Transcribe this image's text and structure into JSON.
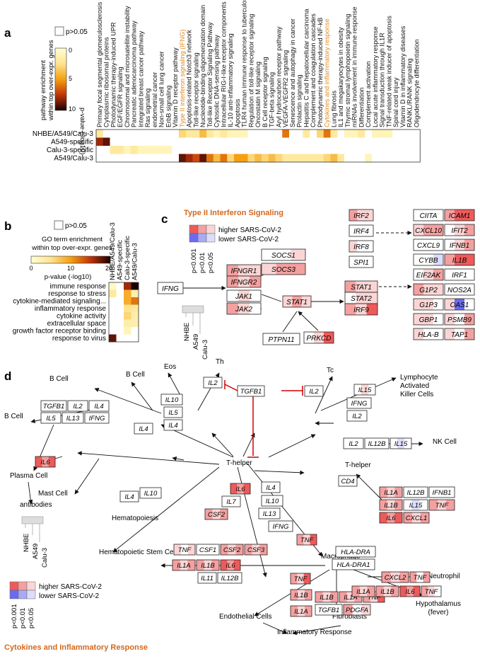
{
  "panel_a": {
    "letter": "a",
    "legend_na": "p>0.05",
    "legend_title": [
      "pathway enrichment",
      "within top over-expr. genes"
    ],
    "legend_ylabel": "p-value (-log10)",
    "legend_ticks": [
      "0",
      "5",
      "10"
    ],
    "rows": [
      "NHBE/A549/Calu-3",
      "A549-specific",
      "Calu-3-specific",
      "A549/Calu-3"
    ],
    "pathways": [
      {
        "name": "Primary focal segmental glomerulosclerosis",
        "highlight": false
      },
      {
        "name": "Cytoplasmic ribosomal proteins",
        "highlight": false
      },
      {
        "name": "Photodynamic therapy-induced UPR",
        "highlight": false
      },
      {
        "name": "EGF/EGFR signaling",
        "highlight": false
      },
      {
        "name": "Chromosomal and microsatellite instability",
        "highlight": false
      },
      {
        "name": "Pancreatic adenocarcinoma pathway",
        "highlight": false
      },
      {
        "name": "Integrated breast cancer pathway",
        "highlight": false
      },
      {
        "name": "Ras signaling",
        "highlight": false
      },
      {
        "name": "endometrial cancer",
        "highlight": false
      },
      {
        "name": "Non-small cell lung cancer",
        "highlight": false
      },
      {
        "name": "ErbB signaling",
        "highlight": false
      },
      {
        "name": "Vitamin D receptor pathway",
        "highlight": false
      },
      {
        "name": "Type II interferon signaling (IFNG)",
        "highlight": true
      },
      {
        "name": "Apoptosis-related Notch3 network",
        "highlight": false
      },
      {
        "name": "Toll-like receptor signaling",
        "highlight": false
      },
      {
        "name": "Nucleotide-binding oligomerization domain",
        "highlight": false
      },
      {
        "name": "Toll-like Receptor Signaling Pathway",
        "highlight": false
      },
      {
        "name": "Cytosolic DNA-sensing pathway",
        "highlight": false
      },
      {
        "name": "Intracellular RIG-I-like receptor components",
        "highlight": false
      },
      {
        "name": "IL-10 anti-inflammatory signaling",
        "highlight": false
      },
      {
        "name": "Apoptosis",
        "highlight": false
      },
      {
        "name": "TLR4 human immune response to tuberculosis",
        "highlight": false
      },
      {
        "name": "Regulation of toll-like receptor signaling",
        "highlight": false
      },
      {
        "name": "Oncostatin M signaling",
        "highlight": false
      },
      {
        "name": "B Cell receptor signaling",
        "highlight": false
      },
      {
        "name": "TGF-beta signaling",
        "highlight": false
      },
      {
        "name": "Aryl hydrocarbon receptor pathway",
        "highlight": false
      },
      {
        "name": "VEGFA-VEGFR2 signaling",
        "highlight": false
      },
      {
        "name": "Senescence and autophagy in cancer",
        "highlight": false
      },
      {
        "name": "Prolactin signaling",
        "highlight": false
      },
      {
        "name": "Hepatitis C and hepatocellular carcinoma",
        "highlight": false
      },
      {
        "name": "Complement and coagulation cascades",
        "highlight": false
      },
      {
        "name": "Photodynamic therapy-induced NF-kB",
        "highlight": false
      },
      {
        "name": "Cytokines and inflammatory response",
        "highlight": true
      },
      {
        "name": "Lung fibrosis",
        "highlight": false
      },
      {
        "name": "IL1 and megakaryocytes in obesity",
        "highlight": false
      },
      {
        "name": "Thymic stromal lymphopoietin signaling",
        "highlight": false
      },
      {
        "name": "miRNAs involvement in immune response",
        "highlight": false
      },
      {
        "name": "Differentiation",
        "highlight": false
      },
      {
        "name": "Complement activation",
        "highlight": false
      },
      {
        "name": "Local acute inflammatory response",
        "highlight": false
      },
      {
        "name": "Signal transduction through IL1R",
        "highlight": false
      },
      {
        "name": "TNF-related weak inducer of apoptosis",
        "highlight": false
      },
      {
        "name": "Spinal cord injury",
        "highlight": false
      },
      {
        "name": "Vitamin D in inflammatory diseases",
        "highlight": false
      },
      {
        "name": "RANKL/RANK signaling",
        "highlight": false
      },
      {
        "name": "Oligodendrocyte differentiation",
        "highlight": false
      }
    ],
    "values": [
      [
        2,
        0,
        0,
        0,
        0,
        0,
        0,
        0,
        0,
        0,
        0,
        0,
        3,
        2,
        2,
        4,
        2,
        1,
        2,
        1,
        1,
        1,
        0,
        0,
        0,
        0,
        0,
        6,
        0,
        0,
        2,
        0,
        3,
        6,
        2,
        0,
        1,
        1,
        2,
        0,
        1,
        1,
        1,
        0,
        0,
        0,
        0
      ],
      [
        8,
        9,
        0,
        0,
        0,
        0,
        0,
        0,
        0,
        0,
        0,
        0,
        0,
        0,
        0,
        0,
        0,
        0,
        0,
        0,
        0,
        0,
        0,
        0,
        0,
        0,
        0,
        0,
        0,
        0,
        0,
        0,
        0,
        0,
        0,
        0,
        0,
        0,
        0,
        0,
        0,
        0,
        0,
        0,
        0,
        0,
        0
      ],
      [
        0,
        0,
        2,
        2,
        1,
        2,
        1,
        1,
        1,
        1,
        1,
        0,
        0,
        0,
        0,
        0,
        0,
        0,
        0,
        0,
        0,
        0,
        0,
        0,
        0,
        0,
        0,
        0,
        0,
        0,
        0,
        0,
        0,
        0,
        0,
        0,
        0,
        0,
        0,
        0,
        0,
        0,
        0,
        0,
        0,
        0,
        0
      ],
      [
        0,
        0,
        0,
        0,
        0,
        0,
        0,
        0,
        0,
        0,
        0,
        0,
        9,
        8,
        7,
        9,
        6,
        4,
        6,
        3,
        5,
        5,
        3,
        4,
        3,
        4,
        3,
        2,
        2,
        2,
        2,
        2,
        2,
        3,
        4,
        2,
        0,
        0,
        0,
        1,
        0,
        0,
        0,
        0,
        0,
        0,
        0
      ]
    ]
  },
  "panel_b": {
    "letter": "b",
    "legend_na": "p>0.05",
    "legend_title": [
      "GO term enrichment",
      "within top over-expr. genes"
    ],
    "legend_xlabel": "p-value (-log10)",
    "legend_ticks": [
      "0",
      "10",
      "20"
    ],
    "columns": [
      "NHBE/A549/Calu-3",
      "A549-specific",
      "Calu-3-specific",
      "A549/Calu-3"
    ],
    "terms": [
      "immune response",
      "response to stress",
      "cytokine-mediated signaling...",
      "inflammatory response",
      "cytokine activity",
      "extracellular space",
      "growth factor receptor binding",
      "response to virus"
    ],
    "values": [
      [
        1,
        0,
        16,
        20
      ],
      [
        4,
        0,
        9,
        3
      ],
      [
        0,
        0,
        9,
        12
      ],
      [
        0,
        0,
        5,
        4
      ],
      [
        0,
        0,
        6,
        3
      ],
      [
        0,
        0,
        3,
        3
      ],
      [
        0,
        0,
        2,
        0
      ],
      [
        18,
        0,
        0,
        0
      ]
    ]
  },
  "panel_c": {
    "letter": "c",
    "title": "Type II Interferon Signaling",
    "legend_higher": "higher SARS-CoV-2",
    "legend_lower": "lower SARS-CoV-2",
    "legend_p": [
      "p<0.001",
      "p<0.01",
      "p<0.05"
    ],
    "cell_labels": [
      "NHBE",
      "A549",
      "Calu-3"
    ],
    "genes": {
      "IFNG": "IFNG",
      "SOCS1": "SOCS1",
      "SOCS3": "SOCS3",
      "IFNGR1": "IFNGR1",
      "IFNGR2": "IFNGR2",
      "JAK1": "JAK1",
      "JAK2": "JAK2",
      "STAT1a": "STAT1",
      "PTPN11": "PTPN11",
      "PRKCD": "PRKCD",
      "IRF2": "IRF2",
      "IRF4": "IRF4",
      "IRF8": "IRF8",
      "SPI1": "SPI1",
      "STAT1b": "STAT1",
      "STAT2": "STAT2",
      "IRF9": "IRF9",
      "CIITA": "CIITA",
      "ICAM1": "ICAM1",
      "CXCL10": "CXCL10",
      "IFIT2": "IFIT2",
      "CXCL9": "CXCL9",
      "IFNB1": "IFNB1",
      "CYBB": "CYBB",
      "IL1B": "IL1B",
      "EIF2AK": "EIF2AK",
      "IRF1": "IRF1",
      "G1P2": "G1P2",
      "NOS2A": "NOS2A",
      "G1P3": "G1P3",
      "OAS1": "OAS1",
      "GBP1": "GBP1",
      "PSMB9": "PSMB9",
      "HLA-B": "HLA-B",
      "TAP1": "TAP1"
    }
  },
  "panel_d": {
    "letter": "d",
    "title": "Cytokines and Inflammatory Response",
    "legend_higher": "higher SARS-CoV-2",
    "legend_lower": "lower SARS-CoV-2",
    "legend_p": [
      "p<0.001",
      "p<0.01",
      "p<0.05"
    ],
    "cell_labels": [
      "NHBE",
      "A549",
      "Calu-3"
    ],
    "cells": {
      "b_cell_1": "B Cell",
      "b_cell_2": "B Cell",
      "b_cell_3": "B Cell",
      "eos": "Eos",
      "th": "Th",
      "tc": "Tc",
      "lak": "Lymphocyte Activated Killer Cells",
      "nk": "NK Cell",
      "plasma": "Plasma Cell",
      "antibodies": "antibodies",
      "mast": "Mast Cell",
      "thelper": "T-helper",
      "thelper2": "T-helper",
      "hemato": "Hematopoiesis",
      "hsc": "Hematopoietic Stem Cell",
      "macro": "Macrophage",
      "neutro": "Neutrophil",
      "hypo": "Hypothalamus (fever)",
      "endo": "Endothelial Cells",
      "fibro": "Fibroblasts",
      "infl": "Inflammatory Response"
    }
  }
}
